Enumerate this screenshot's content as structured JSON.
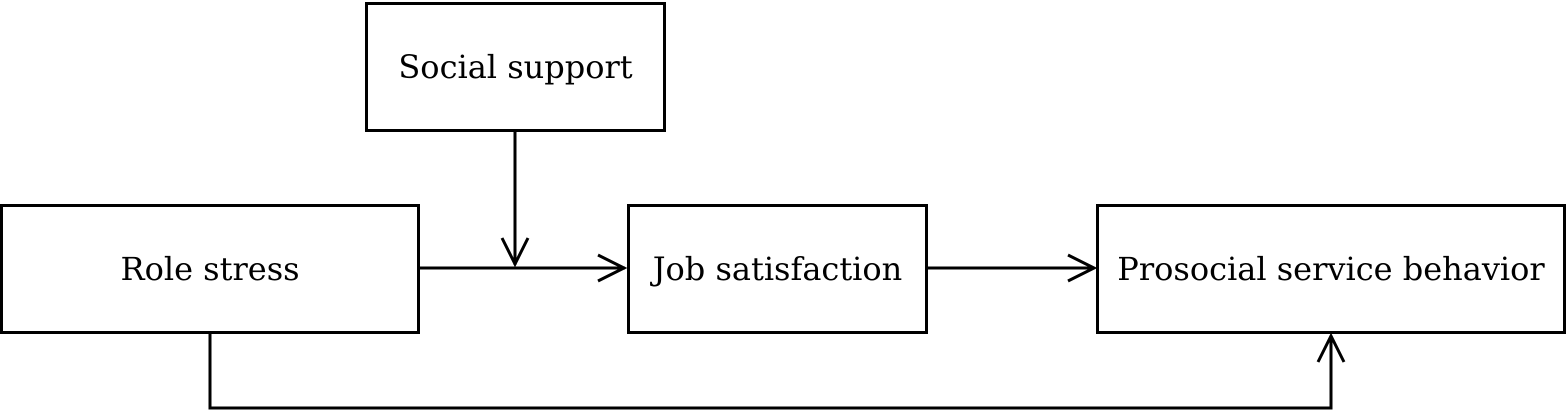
{
  "diagram": {
    "nodes": {
      "social_support": "Social support",
      "role_stress": "Role stress",
      "job_satisfaction": "Job satisfaction",
      "prosocial_service_behavior": "Prosocial service behavior"
    },
    "edges": [
      {
        "from": "role_stress",
        "to": "job_satisfaction"
      },
      {
        "from": "job_satisfaction",
        "to": "prosocial_service_behavior"
      },
      {
        "from": "role_stress",
        "to": "prosocial_service_behavior"
      },
      {
        "from": "social_support",
        "to": "role_stress->job_satisfaction",
        "kind": "moderation"
      }
    ],
    "colors": {
      "stroke": "#000000",
      "background": "#ffffff"
    }
  }
}
